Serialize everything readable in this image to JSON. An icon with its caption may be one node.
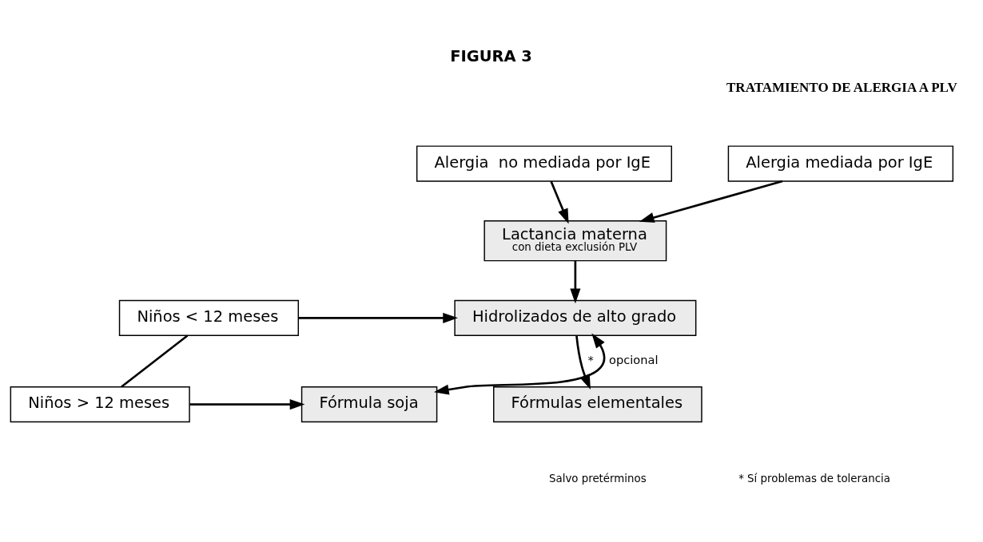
{
  "diagram": {
    "title": "FIGURA 3",
    "nodes": [
      {
        "text": [
          "Alergia mediada por IgE"
        ]
      },
      {
        "text": [
          "Alergia  no mediada por IgE"
        ]
      },
      {
        "text": [
          "Lactancia materna",
          "con dieta exclusión PLV"
        ]
      },
      {
        "text": [
          "Hidrolizados de alto grado"
        ]
      },
      {
        "text": [
          "Niños < 12 meses"
        ]
      },
      {
        "text": [
          "Fórmulas elementales"
        ]
      },
      {
        "text": [
          "Fórmula soja"
        ]
      },
      {
        "text": [
          "Niños > 12 meses"
        ]
      }
    ],
    "edges": [
      {
        "from": 0,
        "to": 2,
        "arrow": "to"
      },
      {
        "from": 1,
        "to": 2,
        "arrow": "to"
      },
      {
        "from": 2,
        "to": 3,
        "arrow": "to"
      },
      {
        "from": 4,
        "to": 3,
        "arrow": "to"
      },
      {
        "from": 3,
        "to": 5,
        "label": "*",
        "arrow": "to"
      },
      {
        "from": 4,
        "to": 7,
        "arrow": "none"
      },
      {
        "from": 7,
        "to": 6,
        "arrow": "to"
      },
      {
        "from": 6,
        "to": 3,
        "label": "opcional",
        "arrow": "both"
      }
    ],
    "labels": [
      "TRATAMIENTO DE ALERGIA A PLV",
      "Salvo pretérminos",
      "* Sí problemas de tolerancia"
    ]
  }
}
